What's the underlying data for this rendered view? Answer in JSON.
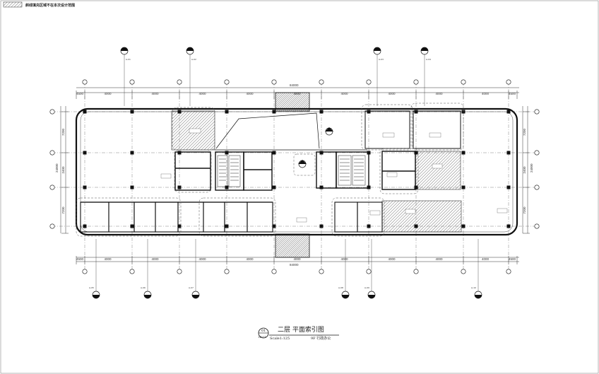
{
  "legend": {
    "text": "斜线填充区域不在本次设计范围"
  },
  "plan": {
    "title": "二层 平面索引图",
    "scale": "Scale1:125",
    "sheet_no": "01",
    "sheet_ref": "IP-01",
    "project_note": "9F 行政办公"
  },
  "dimensions": {
    "top_total": "84000",
    "bottom_total": "84000",
    "top_segments": [
      "4500",
      "4000",
      "4000",
      "4000",
      "4000",
      "4000",
      "4000",
      "4000",
      "4000",
      "4000",
      "4500"
    ],
    "bottom_segments": [
      "4500",
      "4000",
      "4000",
      "4000",
      "4000",
      "4000",
      "4000",
      "4000",
      "4000",
      "4000",
      "4500"
    ],
    "left_segments": [
      "7200",
      "2400",
      "7200"
    ],
    "left_total": "24000",
    "right_segments": [
      "7200",
      "2400",
      "7200"
    ],
    "right_total": "24000"
  },
  "callouts": {
    "top": [
      "A-01",
      "A-02",
      "A-03",
      "A-04"
    ],
    "bottom": [
      "A-05",
      "A-06",
      "A-07",
      "A-08",
      "A-09",
      "A-10"
    ]
  }
}
